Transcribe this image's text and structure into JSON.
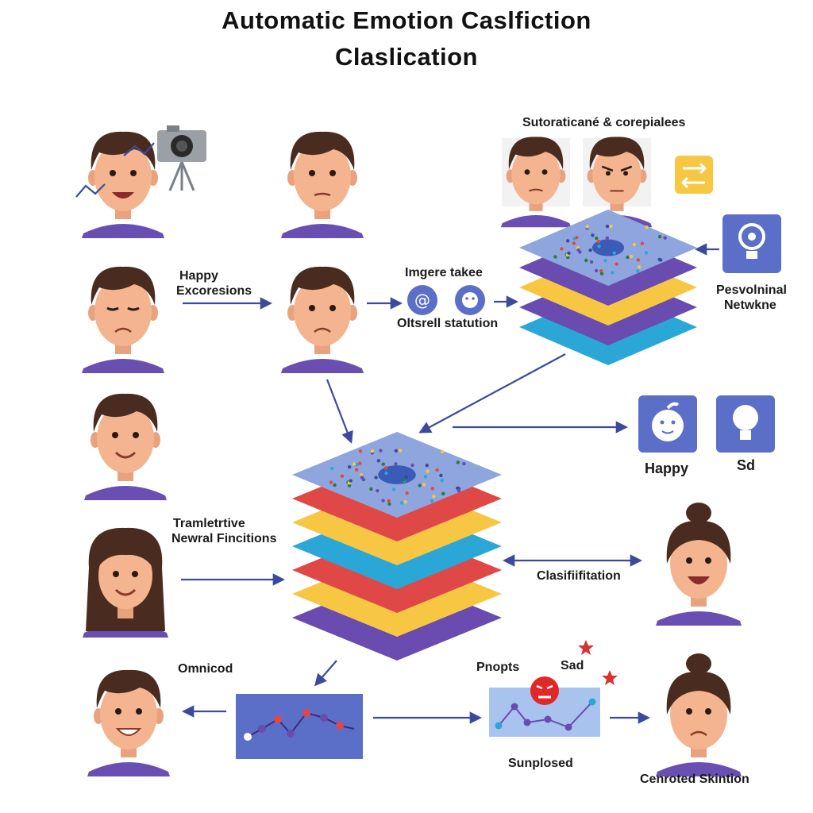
{
  "title": {
    "line1": "Automatic  Emotion  Caslfiction",
    "line2": "Claslication"
  },
  "labels": {
    "top_right_caption": "Sutoraticané & corepialees",
    "happy_expressions_1": "Happy",
    "happy_expressions_2": "Excoresions",
    "image_take": "Imgere takee",
    "overall_situation": "Oltsrell statution",
    "personal_network_1": "Pesvolninal",
    "personal_network_2": "Netwkne",
    "output_happy": "Happy",
    "output_sad": "Sd",
    "transfer_1": "Tramletrtive",
    "transfer_2": "Newral Fincitions",
    "classification": "Clasifiifitation",
    "omnicod": "Omnicod",
    "pnopts": "Pnopts",
    "sad": "Sad",
    "surprised": "Sunplosed",
    "centroid": "Cenroted Skintion"
  },
  "icons": {
    "camera": "camera-icon",
    "at": "at-sign-icon",
    "face": "face-icon",
    "exchange": "exchange-icon",
    "lightbulb": "lightbulb-icon",
    "apple_face": "apple-face-icon",
    "angry_face": "angry-face-icon",
    "star": "star-icon"
  },
  "colors": {
    "arrow": "#3b4a9c",
    "layer_blue": "#8ea6dd",
    "layer_purple": "#6a4bb0",
    "layer_yellow": "#f7c744",
    "layer_cyan": "#2aa7d6",
    "layer_red": "#e04848",
    "tile_blue": "#5b6fc9",
    "skin": "#f3b48f",
    "hair": "#4a2b1f",
    "shirt": "#6a4fb3"
  }
}
